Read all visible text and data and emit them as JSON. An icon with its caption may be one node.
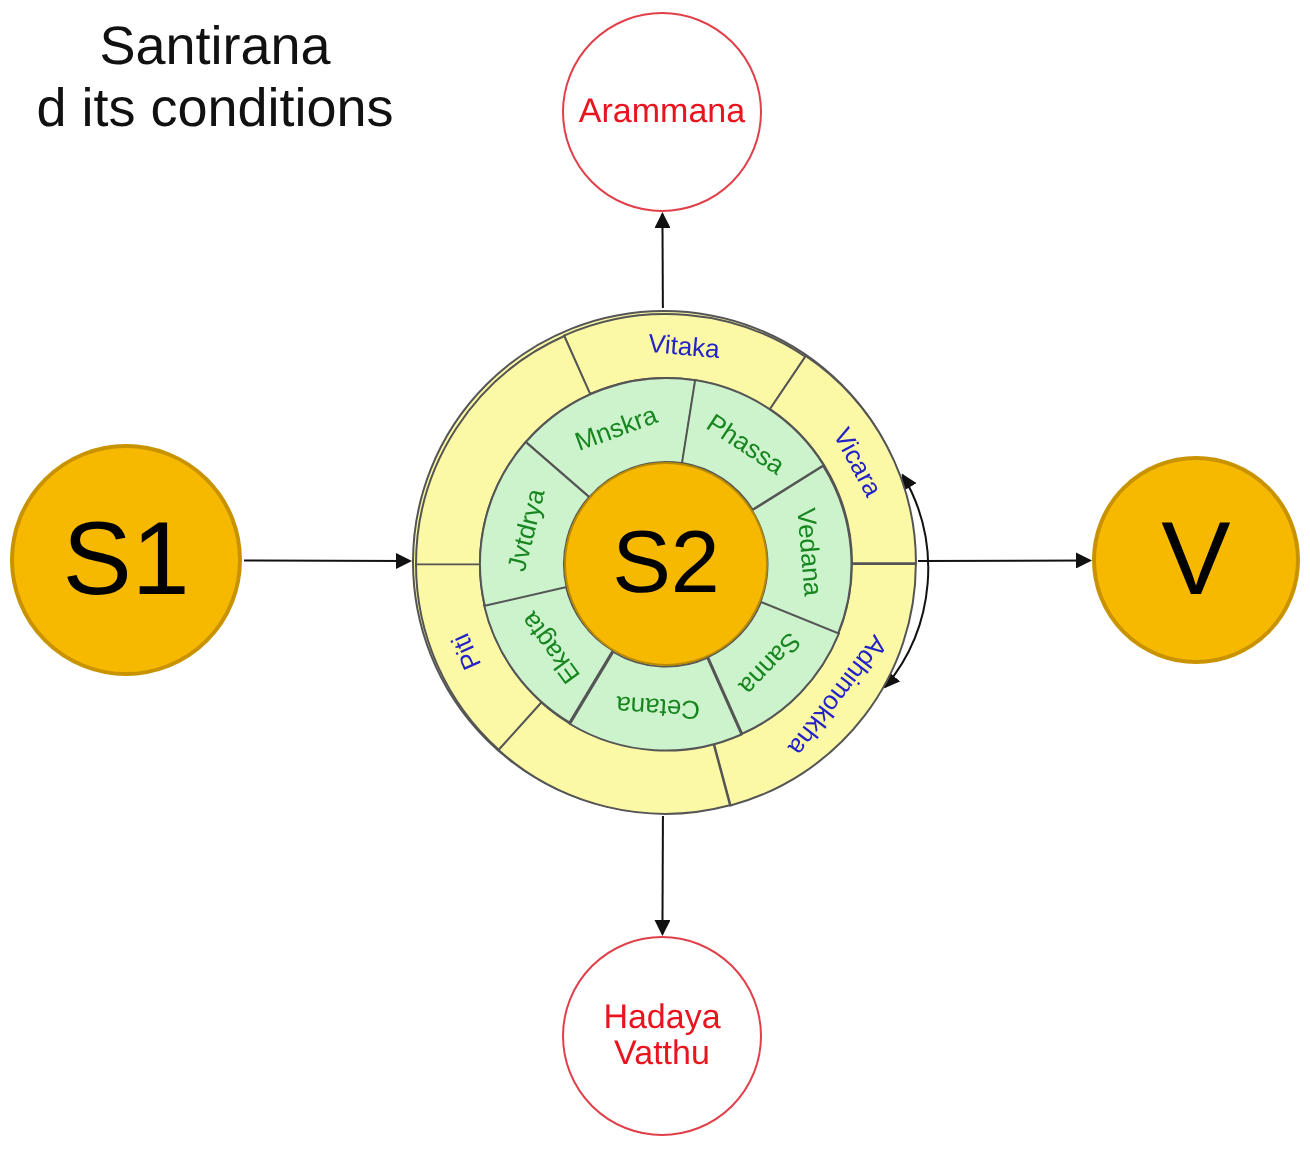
{
  "diagram": {
    "title": "Santirana d its conditions",
    "nodes": [
      {
        "text": [
          "Arammana"
        ]
      },
      {
        "text": [
          "S1"
        ]
      },
      {
        "text": [],
        "shape": "circle"
      },
      {
        "text": [
          "Vitaka"
        ],
        "in": 2
      },
      {
        "text": [
          "Vicara"
        ],
        "in": 2
      },
      {
        "text": [
          "Adhimokkha"
        ],
        "in": 2
      },
      {
        "text": [],
        "shape": "sector",
        "in": 2
      },
      {
        "text": [
          "Piti"
        ],
        "in": 2
      },
      {
        "text": [],
        "shape": "sector",
        "in": 2
      },
      {
        "text": [
          "Mnskra"
        ],
        "in": 2
      },
      {
        "text": [
          "Phassa"
        ],
        "in": 2
      },
      {
        "text": [
          "Vedana"
        ],
        "in": 2
      },
      {
        "text": [
          "Sanna"
        ],
        "in": 2
      },
      {
        "text": [
          "Cetana"
        ],
        "in": 2
      },
      {
        "text": [
          "Ekagta"
        ],
        "in": 2
      },
      {
        "text": [
          "Jvtdrya"
        ],
        "in": 2
      },
      {
        "text": [
          "S2"
        ],
        "in": 2
      },
      {
        "text": [
          "V"
        ]
      },
      {
        "text": [
          "Hadaya Vatthu"
        ]
      }
    ],
    "edges": [
      {
        "from": 1,
        "to": 2,
        "arrow": "to"
      },
      {
        "from": 2,
        "to": 17,
        "arrow": "to"
      },
      {
        "from": 2,
        "to": 0,
        "arrow": "to"
      },
      {
        "from": 2,
        "to": 18,
        "arrow": "to"
      },
      {
        "from": 4,
        "to": 5,
        "arrow": "both"
      }
    ]
  }
}
